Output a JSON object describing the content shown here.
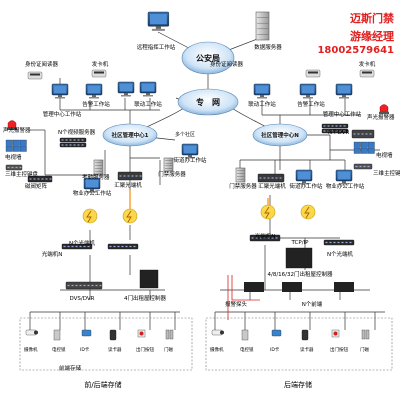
{
  "brand": {
    "company": "迈斯门禁",
    "role": "游缘经理",
    "phone": "18002579641"
  },
  "nodes": {
    "public_security": "公安局",
    "private_network": "专　网",
    "community_center_1": "社区管理中心1",
    "community_center_n": "社区管理中心N",
    "multiple_communities": "多个社区"
  },
  "labels": {
    "remote_command": "远程指挥工作站",
    "data_server": "数据服务器",
    "id_reader_left": "身份证阅读器",
    "card_issuer_left": "发卡机",
    "mgmt_ws_left": "管理中心工作站",
    "alarm_ws_left": "告警工作站",
    "linkage_ws_left": "联动工作站",
    "audible_alarm_left": "声光报警器",
    "nvr_left": "N个视频服务器",
    "tv_wall_left": "电视墙",
    "keyboard_left": "三维主控键盘",
    "matrix_left": "磁阀矩阵",
    "attendance_left": "考勤服务器",
    "property_ws_left": "物业办公工作站",
    "aggregation_left": "汇聚光端机",
    "access_server_left": "门禁服务器",
    "street_ws_left": "街道办工作站",
    "id_reader_right": "身份证阅读器",
    "card_issuer_right": "发卡机",
    "linkage_ws_right": "联动工作站",
    "alarm_ws_right": "告警工作站",
    "mgmt_ws_right": "管理中心工作站",
    "audible_alarm_right": "声光报警器",
    "nvr_right": "N个DVR",
    "tv_wall_right": "电视墙",
    "keyboard_right": "三维主控键盘",
    "access_server_right": "门禁服务器",
    "aggregation_right": "汇聚光端机",
    "street_ws_right": "街道办工作站",
    "property_ws_right": "物业办公工作站",
    "fiber_n_left": "N个光端机",
    "fiber_machine_left": "光端机N",
    "dvs_dvr": "DVS/DVR",
    "door_ctrl_4": "4门出租屋控制器",
    "fiber_machine_right": "光端机N",
    "tcp_ip": "TCP/IP",
    "fiber_n_right": "N个光端机",
    "door_ctrl_multi": "4/8/16/32门出租屋控制器",
    "alarm_probe": "报警探头",
    "front_storage": "前端存储",
    "n_branches": "N个前端",
    "dev_camera": "摄像机",
    "dev_ctrl": "电控锁",
    "dev_id": "ID卡",
    "dev_reader": "读卡器",
    "dev_exit": "出门按钮",
    "dev_door": "门磁",
    "front_back_storage": "前/后端存储",
    "back_storage": "后端存储"
  }
}
